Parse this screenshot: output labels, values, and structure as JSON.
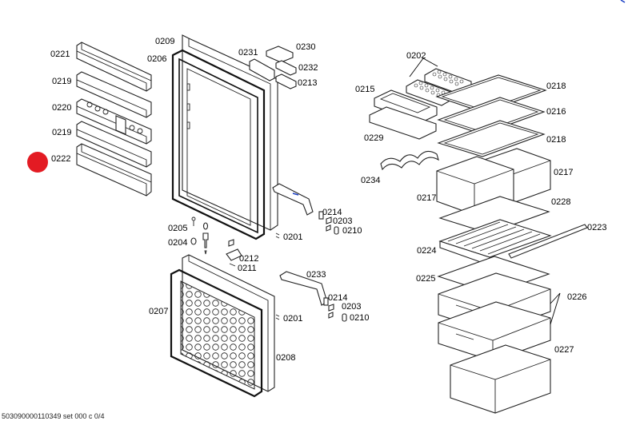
{
  "highlight_color": "#e31b23",
  "labels": {
    "l0221": "0221",
    "l0219a": "0219",
    "l0220": "0220",
    "l0219b": "0219",
    "l0222": "0222",
    "l0209": "0209",
    "l0206": "0206",
    "l0231": "0231",
    "l0230": "0230",
    "l0232": "0232",
    "l0213": "0213",
    "l0214a": "0214",
    "l0203a": "0203",
    "l0210a": "0210",
    "l0201a": "0201",
    "l0205": "0205",
    "l0204": "0204",
    "l0212": "0212",
    "l0211": "0211",
    "l0207": "0207",
    "l0233": "0233",
    "l0214b": "0214",
    "l0203b": "0203",
    "l0210b": "0210",
    "l0201b": "0201",
    "l0208": "0208",
    "l0202": "0202",
    "l0215": "0215",
    "l0229": "0229",
    "l0234": "0234",
    "l0218a": "0218",
    "l0216": "0216",
    "l0218b": "0218",
    "l0217a": "0217",
    "l0217b": "0217",
    "l0228": "0228",
    "l0223": "0223",
    "l0224": "0224",
    "l0225": "0225",
    "l0226": "0226",
    "l0227": "0227"
  },
  "footer_text": "503090000110349 set 000 c 0/4"
}
